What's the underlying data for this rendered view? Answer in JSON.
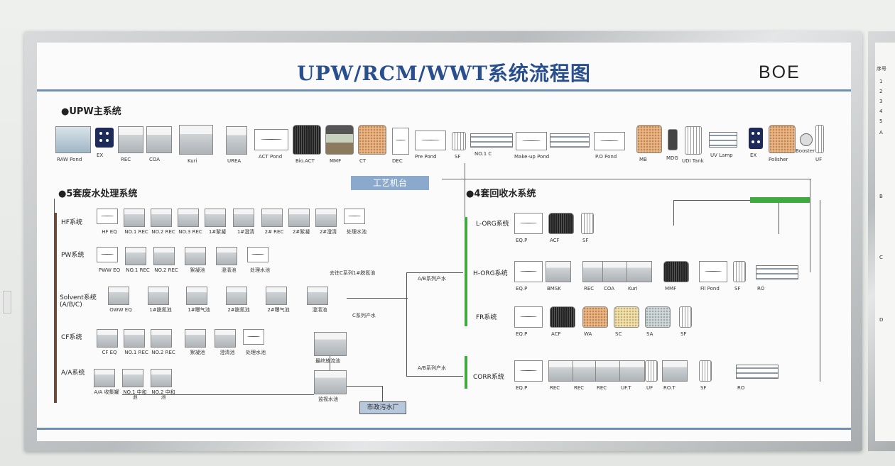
{
  "title": "UPW/RCM/WWT系统流程图",
  "logo": "BOE",
  "sections": {
    "upw": "●UPW主系统",
    "wwt": "●5套废水处理系统",
    "recycle": "●4套回收水系统"
  },
  "upw_labels": [
    "RAW Pond",
    "EX",
    "REC",
    "COA",
    "Kuri",
    "UREA",
    "ACT Pond",
    "Bio.ACT",
    "MMF",
    "CT",
    "DEC",
    "Pre Pond",
    "SF",
    "NO.1 C",
    "Make-up Pond",
    "P.O Pond",
    "MB",
    "MDG",
    "UDI Tank",
    "UV Lamp",
    "EX",
    "Polisher",
    "Booster",
    "UF"
  ],
  "console": "工艺机台",
  "wwt": {
    "hf": {
      "name": "HF系统",
      "labels": [
        "HF EQ",
        "NO.1 REC",
        "NO.2 REC",
        "NO.3 REC",
        "1#絮凝",
        "1#澄清",
        "2# REC",
        "2#絮凝",
        "2#澄清",
        "处理水池"
      ]
    },
    "pw": {
      "name": "PW系统",
      "labels": [
        "PWW EQ",
        "NO.1 REC",
        "NO.2 REC",
        "絮凝池",
        "澄清池",
        "处理水池"
      ],
      "note": "去往C系列1#脱氮池"
    },
    "solvent": {
      "name": "Solvent系统 (A/B/C)",
      "labels": [
        "OWW EQ",
        "1#脱氮池",
        "1#曝气池",
        "2#脱氮池",
        "2#曝气池",
        "澄清池"
      ],
      "note": "C系列产水"
    },
    "cf": {
      "name": "CF系统",
      "labels": [
        "CF EQ",
        "NO.1 REC",
        "NO.2 REC",
        "絮凝池",
        "澄清池",
        "处理水池"
      ]
    },
    "aa": {
      "name": "A/A系统",
      "labels": [
        "A/A 收集罐",
        "NO.1 中和池",
        "NO.2 中和池"
      ]
    },
    "final": "最终放流池",
    "monitor": "监视水池",
    "municipal": "市政污水厂"
  },
  "recycle": {
    "ab_out1": "A/B系列产水",
    "ab_out2": "A/B系列产水",
    "lorg": {
      "name": "L-ORG系统",
      "labels": [
        "EQ.P",
        "ACF",
        "SF"
      ]
    },
    "horg": {
      "name": "H-ORG系统",
      "labels": [
        "EQ.P",
        "BMSK",
        "REC",
        "COA",
        "Kuri",
        "MMF",
        "Fil Pond",
        "SF",
        "RO"
      ]
    },
    "fr": {
      "name": "FR系统",
      "labels": [
        "EQ.P",
        "ACF",
        "WA",
        "SC",
        "SA",
        "SF"
      ]
    },
    "corr": {
      "name": "CORR系统",
      "labels": [
        "EQ.P",
        "REC",
        "REC",
        "REC",
        "UF.T",
        "UF",
        "RO.T",
        "SF",
        "RO"
      ]
    }
  },
  "side_table": {
    "header": "序号",
    "rows": [
      "1",
      "2",
      "3",
      "4",
      "5",
      "A",
      "B",
      "C",
      "D"
    ]
  },
  "colors": {
    "title": "#2a4f8e",
    "rule": "#6f8fb4",
    "green": "#3faa3f",
    "console": "#8aa9cc"
  }
}
